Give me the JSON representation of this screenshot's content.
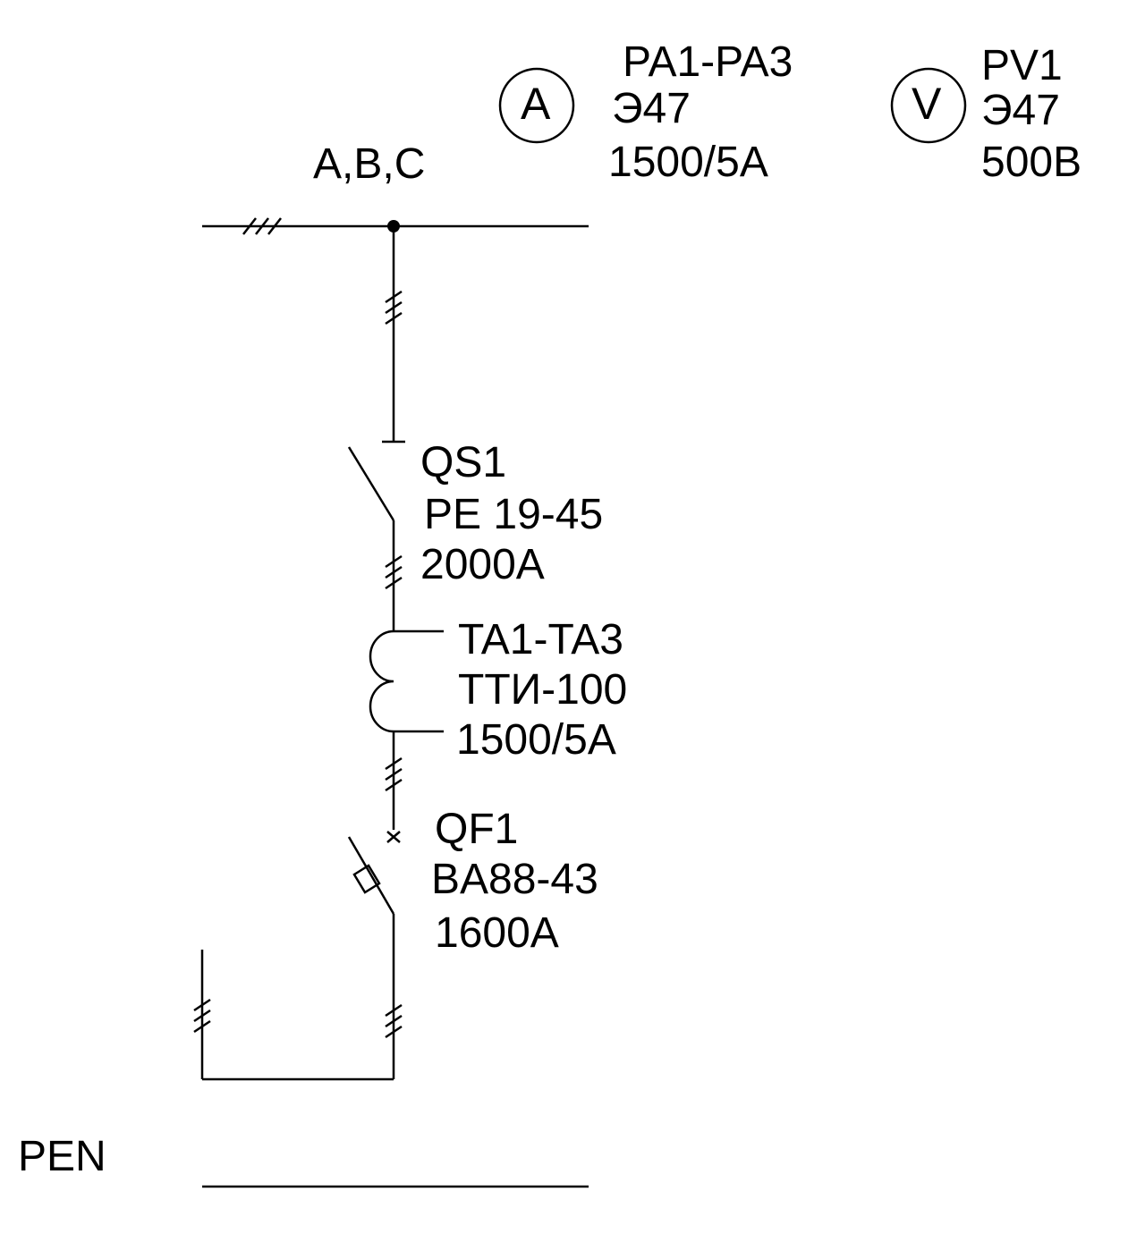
{
  "bus": {
    "phases_label": "A,B,C"
  },
  "ammeter": {
    "symbol": "A",
    "designation": "PA1-PA3",
    "type": "Э47",
    "rating": "1500/5A"
  },
  "voltmeter": {
    "symbol": "V",
    "designation": "PV1",
    "type": "Э47",
    "rating": "500В"
  },
  "switch": {
    "designation": "QS1",
    "type": "PE 19-45",
    "rating": "2000A"
  },
  "current_transformer": {
    "designation": "TA1-TA3",
    "type": "ТТИ-100",
    "ratio": "1500/5A"
  },
  "breaker": {
    "designation": "QF1",
    "type": "BA88-43",
    "rating": "1600A"
  },
  "pen_conductor": {
    "label": "PEN"
  },
  "colors": {
    "line": "#000000",
    "background": "#ffffff"
  }
}
